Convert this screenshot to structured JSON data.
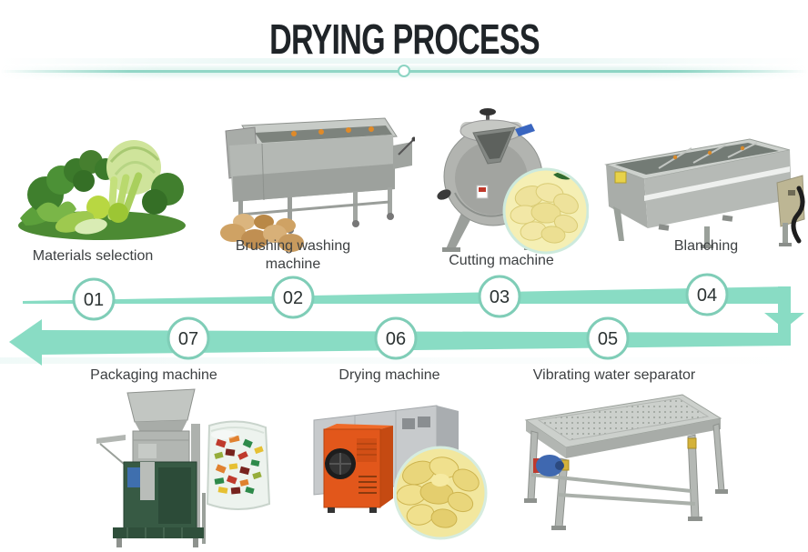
{
  "header": {
    "title": "DRYING PROCESS"
  },
  "process": {
    "steps": [
      {
        "number": "01",
        "label": "Materials selection",
        "image": "green-vegetables"
      },
      {
        "number": "02",
        "label": "Brushing washing machine",
        "image": "brushing-washing-machine"
      },
      {
        "number": "03",
        "label": "Cutting machine",
        "image": "cutting-machine-with-potato-slices"
      },
      {
        "number": "04",
        "label": "Blanching",
        "image": "blanching-machine"
      },
      {
        "number": "05",
        "label": "Vibrating water separator",
        "image": "vibrating-water-separator"
      },
      {
        "number": "06",
        "label": "Drying machine",
        "image": "drying-machine-with-dried-chips"
      },
      {
        "number": "07",
        "label": "Packaging machine",
        "image": "packaging-machine-with-product-bag"
      }
    ]
  },
  "colors": {
    "accent_teal": "#89dcc4",
    "circle_ring": "#7fcdb7",
    "title_text": "#1f2428",
    "label_text": "#3d4042"
  }
}
